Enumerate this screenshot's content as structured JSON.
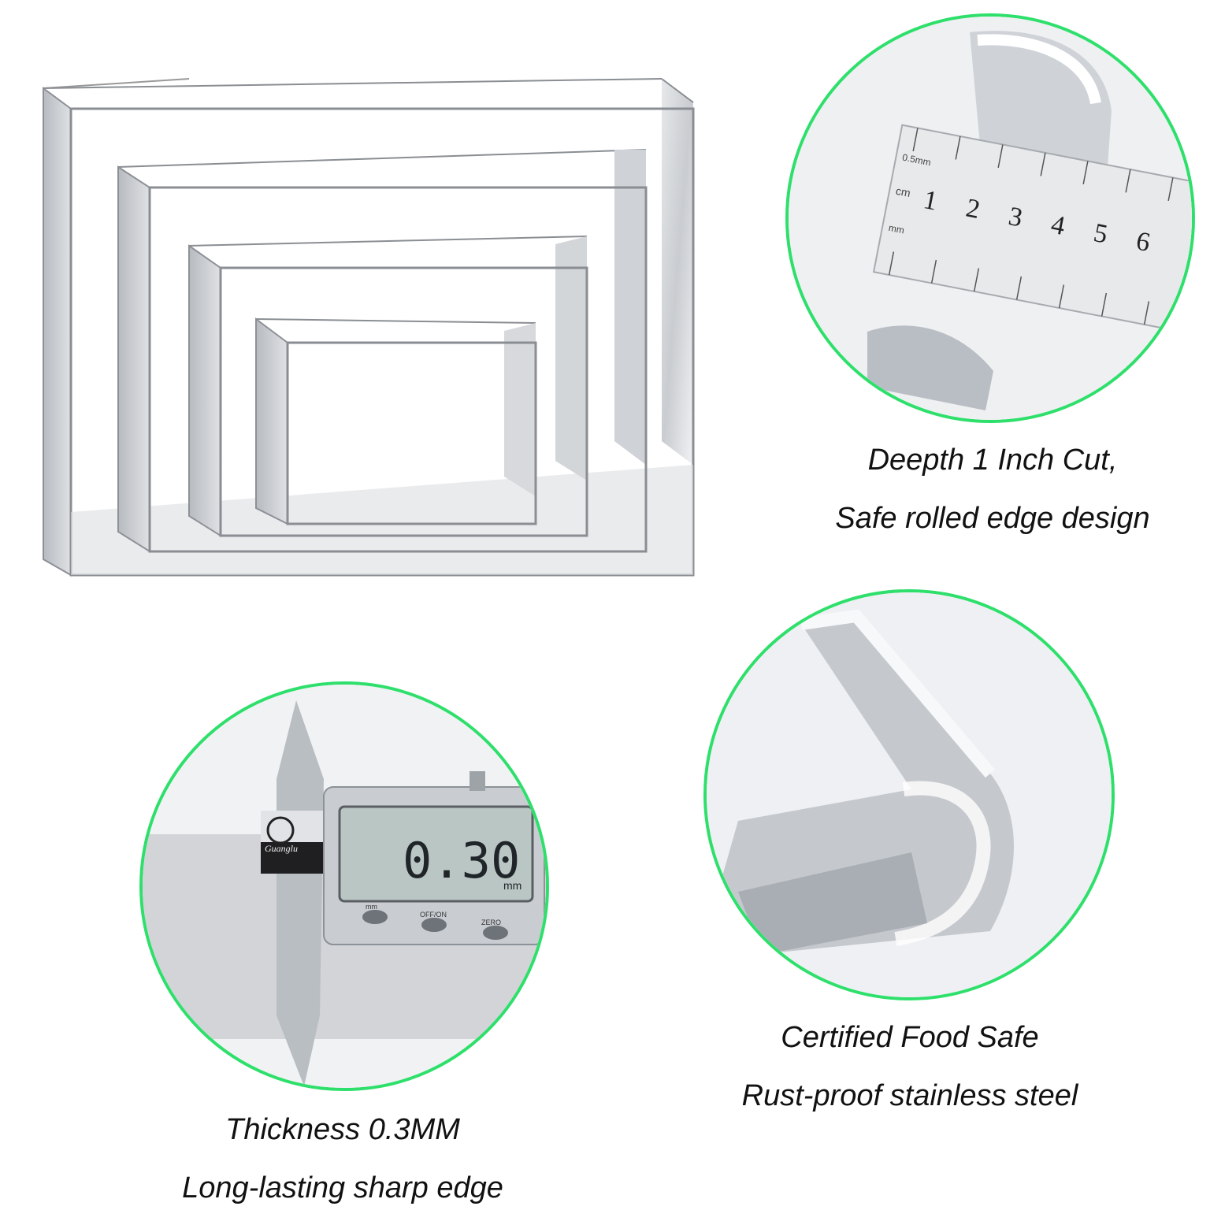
{
  "accent_color": "#2ee06b",
  "captions": {
    "depth": {
      "line1": "Deepth 1 Inch Cut,",
      "line2": "Safe rolled edge design"
    },
    "food": {
      "line1": "Certified Food Safe",
      "line2": "Rust-proof stainless steel"
    },
    "thickness": {
      "line1": "Thickness 0.3MM",
      "line2": "Long-lasting sharp edge"
    }
  },
  "ruler": {
    "unit_top": "0.5mm",
    "unit_cm": "cm",
    "unit_mm": "mm",
    "numbers": [
      "1",
      "2",
      "3",
      "4",
      "5",
      "6"
    ]
  },
  "caliper": {
    "brand": "Guanglu",
    "reading": "0.30",
    "unit": "mm",
    "buttons": [
      "mm",
      "OFF/ON",
      "ZERO"
    ]
  },
  "icons": {
    "cutter_set": "rectangle-cookie-cutter-set-image",
    "ruler_closeup": "ruler-measure-closeup-image",
    "caliper_closeup": "digital-caliper-closeup-image",
    "rolled_edge": "rolled-edge-closeup-image"
  }
}
